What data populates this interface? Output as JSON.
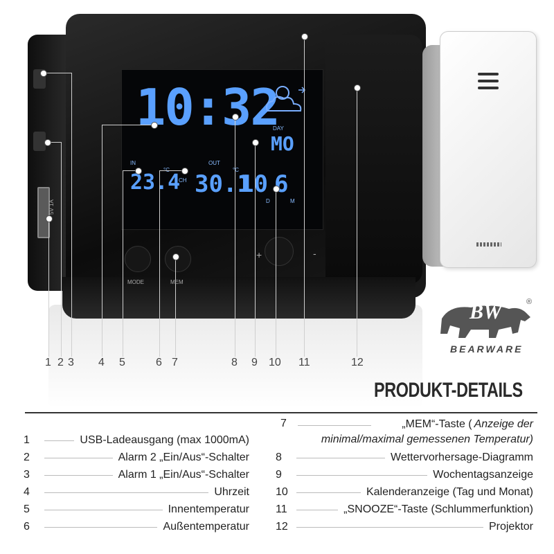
{
  "device": {
    "lcd_time": "10:32",
    "lcd_day_label": "DAY",
    "lcd_day_value": "MO",
    "lcd_indoor_label": "IN",
    "lcd_outdoor_label": "OUT",
    "lcd_indoor_temp": "23.4",
    "lcd_unit": "°C",
    "lcd_outdoor_temp": "30.1",
    "lcd_ch": "CH",
    "lcd_date_day": "10",
    "lcd_date_month": "6",
    "lcd_d": "D",
    "lcd_m": "M",
    "btn_mode": "MODE",
    "btn_mem": "MEM",
    "btn_plus": "+",
    "btn_minus": "-",
    "side_1a": "5V 1A"
  },
  "callout_numbers": [
    "1",
    "2",
    "3",
    "4",
    "5",
    "6",
    "7",
    "8",
    "9",
    "10",
    "11",
    "12"
  ],
  "brand": {
    "logo_letters": "BW",
    "logo_name": "BEARWARE",
    "registered": "®"
  },
  "heading": "PRODUKT-DETAILS",
  "legend_left": [
    {
      "n": "1",
      "text": "USB-Ladeausgang (max 1000mA)"
    },
    {
      "n": "2",
      "text": "Alarm 2 „Ein/Aus“-Schalter"
    },
    {
      "n": "3",
      "text": "Alarm 1 „Ein/Aus“-Schalter"
    },
    {
      "n": "4",
      "text": "Uhrzeit"
    },
    {
      "n": "5",
      "text": "Innentemperatur"
    },
    {
      "n": "6",
      "text": "Außentemperatur"
    }
  ],
  "legend_right": {
    "item7_n": "7",
    "item7_line1_a": "„MEM“-Taste (",
    "item7_line1_b": "Anzeige der",
    "item7_line2": "minimal/maximal gemessenen Temperatur)",
    "items": [
      {
        "n": "8",
        "text": "Wettervorhersage-Diagramm"
      },
      {
        "n": "9",
        "text": "Wochentagsanzeige"
      },
      {
        "n": "10",
        "text": "Kalenderanzeige (Tag und Monat)"
      },
      {
        "n": "11",
        "text": "„SNOOZE“-Taste (Schlummerfunktion)"
      },
      {
        "n": "12",
        "text": "Projektor"
      }
    ]
  }
}
